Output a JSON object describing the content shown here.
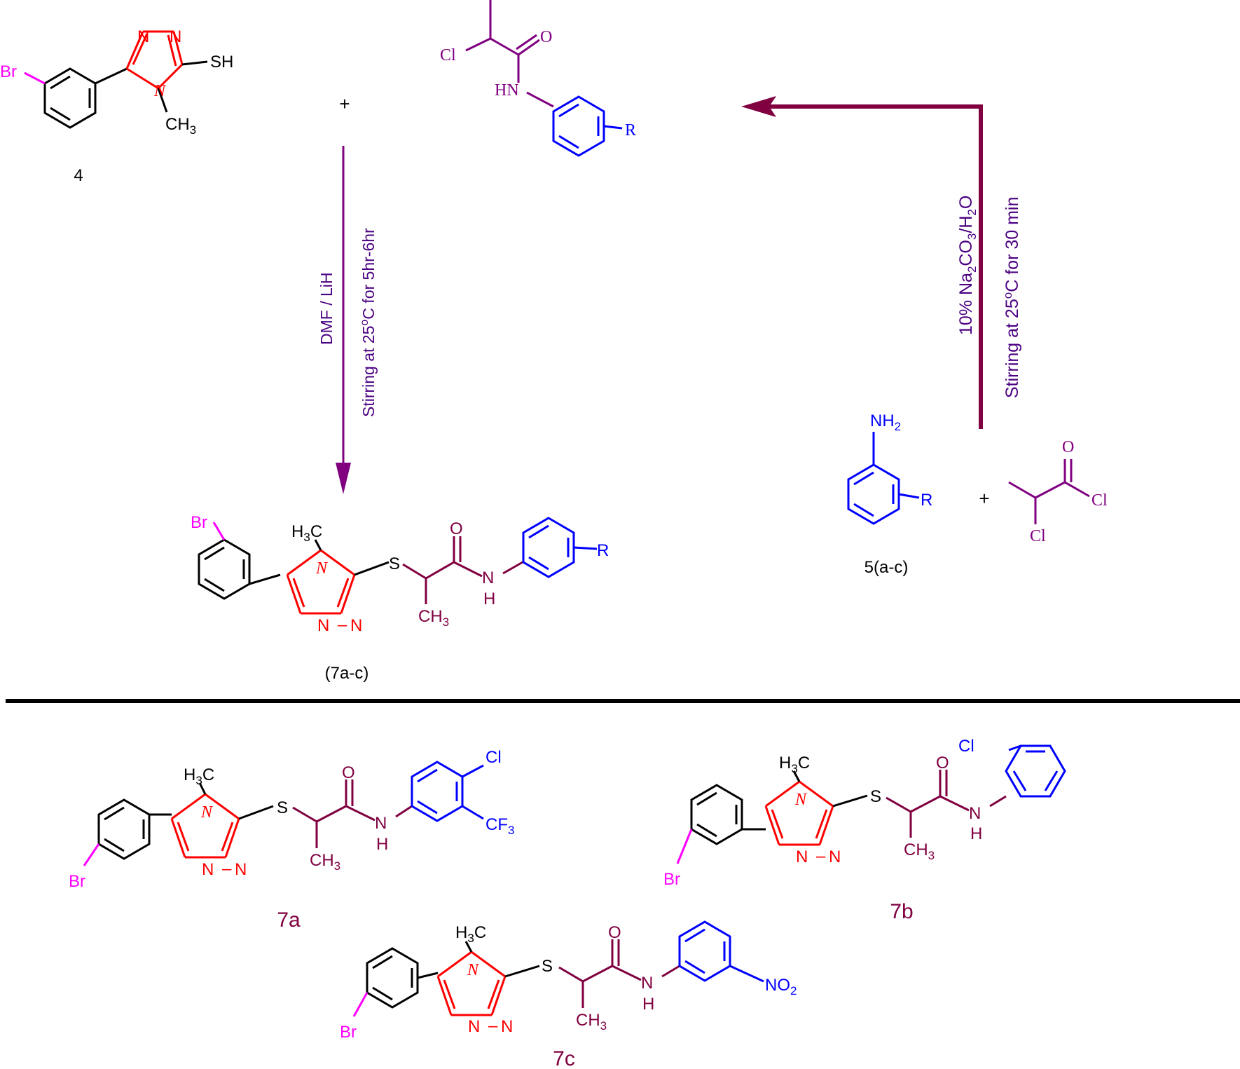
{
  "colors": {
    "black": "#000000",
    "triazole": "#ff0000",
    "bromine": "#ff00ff",
    "amide": "#800040",
    "aryl": "#0000ff",
    "chloro": "#800080",
    "conditions": "#4b0082",
    "arrow_right": "#800040",
    "arrow_left": "#800080"
  },
  "compound_4": {
    "label": "4",
    "br": "Br",
    "sh": "SH",
    "n": "N",
    "ch3": "CH3"
  },
  "plus_1": "+",
  "plus_2": "+",
  "chloroamide": {
    "o": "O",
    "cl": "Cl",
    "hn": "HN",
    "r": "R"
  },
  "left_conditions": {
    "line1": "DMF / LiH",
    "line2": "Stirring at 25oC for 5hr-6hr"
  },
  "right_conditions": {
    "line1": "10% Na2CO3/H2O",
    "line2": "Stirring at 25oC for 30 min"
  },
  "aniline": {
    "label": "5(a-c)",
    "nh2": "NH2",
    "r": "R"
  },
  "acid_chloride": {
    "o": "O",
    "cl1": "Cl",
    "cl2": "Cl"
  },
  "general_product": {
    "label": "(7a-c)",
    "br": "Br",
    "h3c": "H3C",
    "s": "S",
    "o": "O",
    "nh": "N",
    "h": "H",
    "ch3": "CH3",
    "r": "R"
  },
  "compound_7a": {
    "label": "7a",
    "br": "Br",
    "h3c": "H3C",
    "s": "S",
    "o": "O",
    "h": "H",
    "ch3": "CH3",
    "cl": "Cl",
    "cf3": "CF3"
  },
  "compound_7b": {
    "label": "7b",
    "br": "Br",
    "h3c": "H3C",
    "s": "S",
    "o": "O",
    "h": "H",
    "ch3": "CH3",
    "cl": "Cl"
  },
  "compound_7c": {
    "label": "7c",
    "br": "Br",
    "h3c": "H3C",
    "s": "S",
    "o": "O",
    "h": "H",
    "ch3": "CH3",
    "no2": "NO2"
  }
}
